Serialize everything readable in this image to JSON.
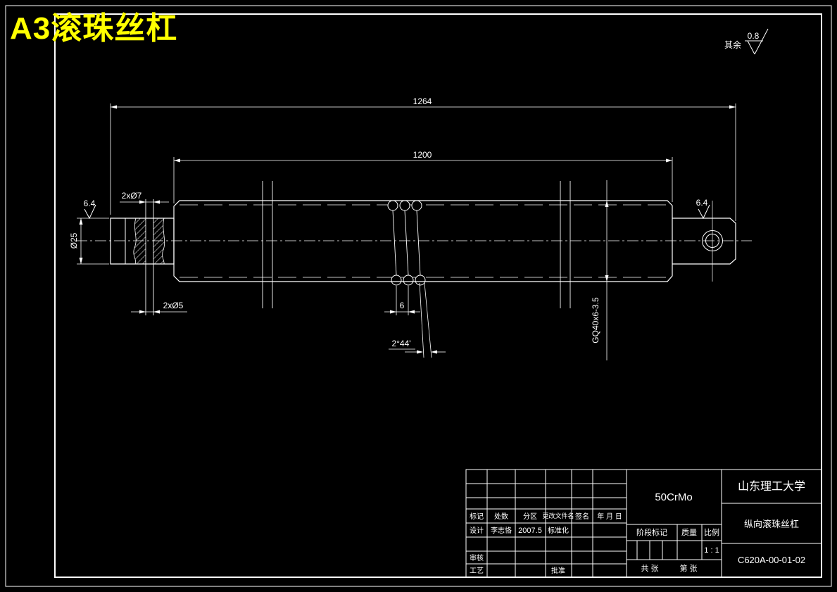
{
  "title": "A3滚珠丝杠",
  "surface_note": {
    "label": "其余",
    "value": "0.8"
  },
  "dims": {
    "overall": "1264",
    "thread_len": "1200",
    "holes_top": "2xØ7",
    "holes_bottom": "2xØ5",
    "dia_left": "Ø25",
    "rough_left": "6.4",
    "rough_right": "6.4",
    "pitch": "6",
    "angle": "2°44'",
    "spec": "GQ40x6-3.5"
  },
  "title_block": {
    "material": "50CrMo",
    "org": "山东理工大学",
    "part": "纵向滚珠丝杠",
    "number": "C620A-00-01-02",
    "cols": {
      "mark": "标记",
      "count": "处数",
      "zone": "分区",
      "doc": "更改文件名",
      "sign": "签名",
      "date": "年 月 日"
    },
    "design": "设计",
    "designer": "李志恪",
    "design_date": "2007.5",
    "standardize": "标准化",
    "review": "审核",
    "process": "工艺",
    "approve": "批准",
    "stage": "阶段标记",
    "mass": "质量",
    "scale": "比例",
    "scale_value": "1 : 1",
    "sheet_total": "共  张",
    "sheet_index": "第  张"
  }
}
